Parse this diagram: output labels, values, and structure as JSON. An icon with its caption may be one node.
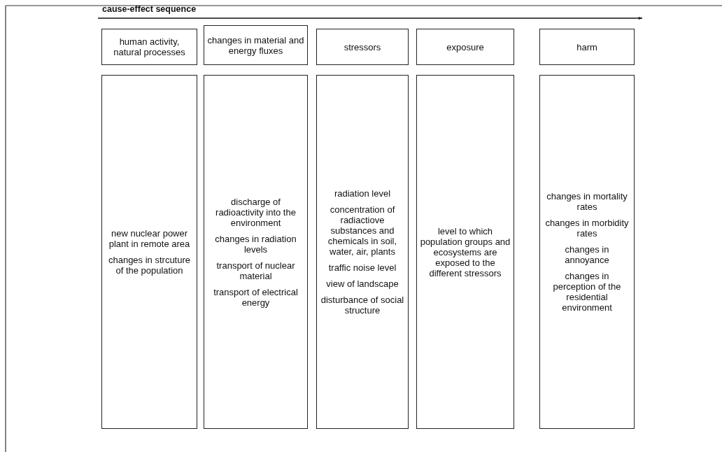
{
  "diagram": {
    "nodes": [
      {
        "text": [
          "human activity, natural processes"
        ]
      },
      {
        "text": [
          "changes in material and energy fluxes"
        ]
      },
      {
        "text": [
          "stressors"
        ]
      },
      {
        "text": [
          "exposure"
        ]
      },
      {
        "text": [
          "harm"
        ]
      },
      {
        "text": [
          "new nuclear power plant in remote area",
          "changes in strcuture of the population"
        ]
      },
      {
        "text": [
          "discharge of radioactivity into the environment",
          "changes in radiation levels",
          "transport of nuclear material",
          "transport of electrical energy"
        ]
      },
      {
        "text": [
          "radiation level",
          "concentration of radiactiove substances and chemicals in soil, water, air, plants",
          "traffic noise level",
          "view of landscape",
          "disturbance of social structure"
        ]
      },
      {
        "text": [
          "level to which population groups and ecosystems are exposed to the different stressors"
        ]
      },
      {
        "text": [
          "changes in mortality rates",
          "changes in morbidity rates",
          "changes in annoyance",
          "changes in perception of the residential environment"
        ]
      }
    ],
    "labels": [
      "cause-effect sequence"
    ]
  }
}
